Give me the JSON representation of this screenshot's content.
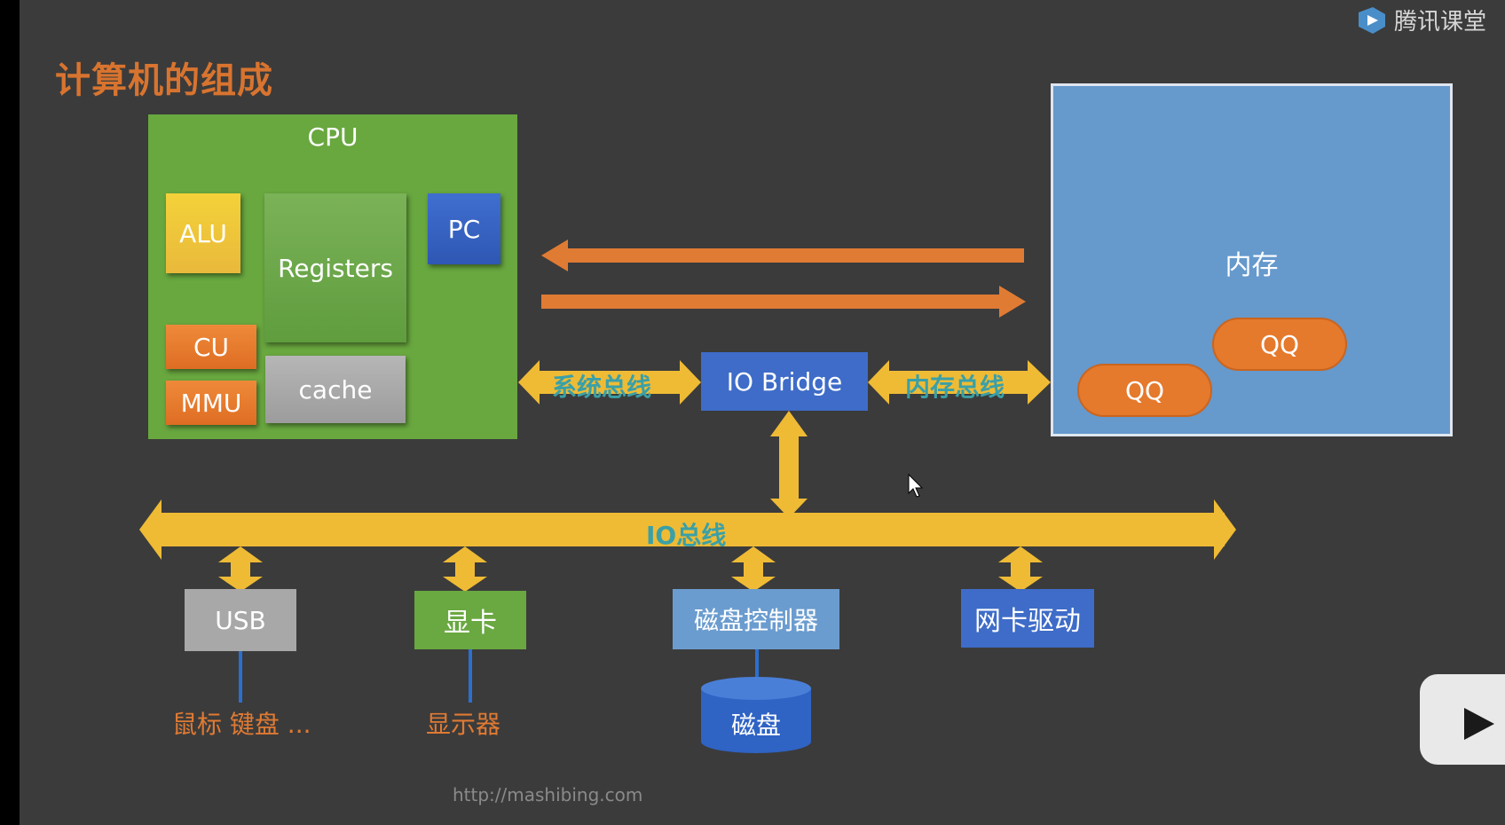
{
  "title": "计算机的组成",
  "logo_text": "腾讯课堂",
  "cpu": {
    "label": "CPU",
    "alu": "ALU",
    "registers": "Registers",
    "pc": "PC",
    "cu": "CU",
    "mmu": "MMU",
    "cache": "cache"
  },
  "memory": {
    "label": "内存",
    "qq_a": "QQ",
    "qq_b": "QQ"
  },
  "io_bridge": "IO Bridge",
  "buses": {
    "system": "系统总线",
    "memory": "内存总线",
    "io": "IO总线"
  },
  "devices": {
    "usb": "USB",
    "gpu": "显卡",
    "disk_controller": "磁盘控制器",
    "nic": "网卡驱动"
  },
  "peripherals": {
    "usb": "鼠标 键盘 ...",
    "gpu": "显示器",
    "disk": "磁盘"
  },
  "url": "http://mashibing.com",
  "colors": {
    "background": "#3b3b3b",
    "cpu": "#69a73f",
    "memory": "#6699cc",
    "arrow_orange": "#e07b33",
    "bus_yellow": "#efbb35",
    "title": "#d8742f"
  }
}
